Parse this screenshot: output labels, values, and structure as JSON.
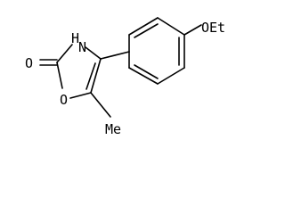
{
  "molecule": {
    "labels": {
      "carbonyl_oxygen": "O",
      "ring_nh": "H",
      "ring_nitrogen": "N",
      "ring_oxygen": "O",
      "methyl": "Me",
      "ethoxy": "OEt"
    }
  },
  "colors": {
    "ink": "#000000",
    "background": "#ffffff"
  }
}
